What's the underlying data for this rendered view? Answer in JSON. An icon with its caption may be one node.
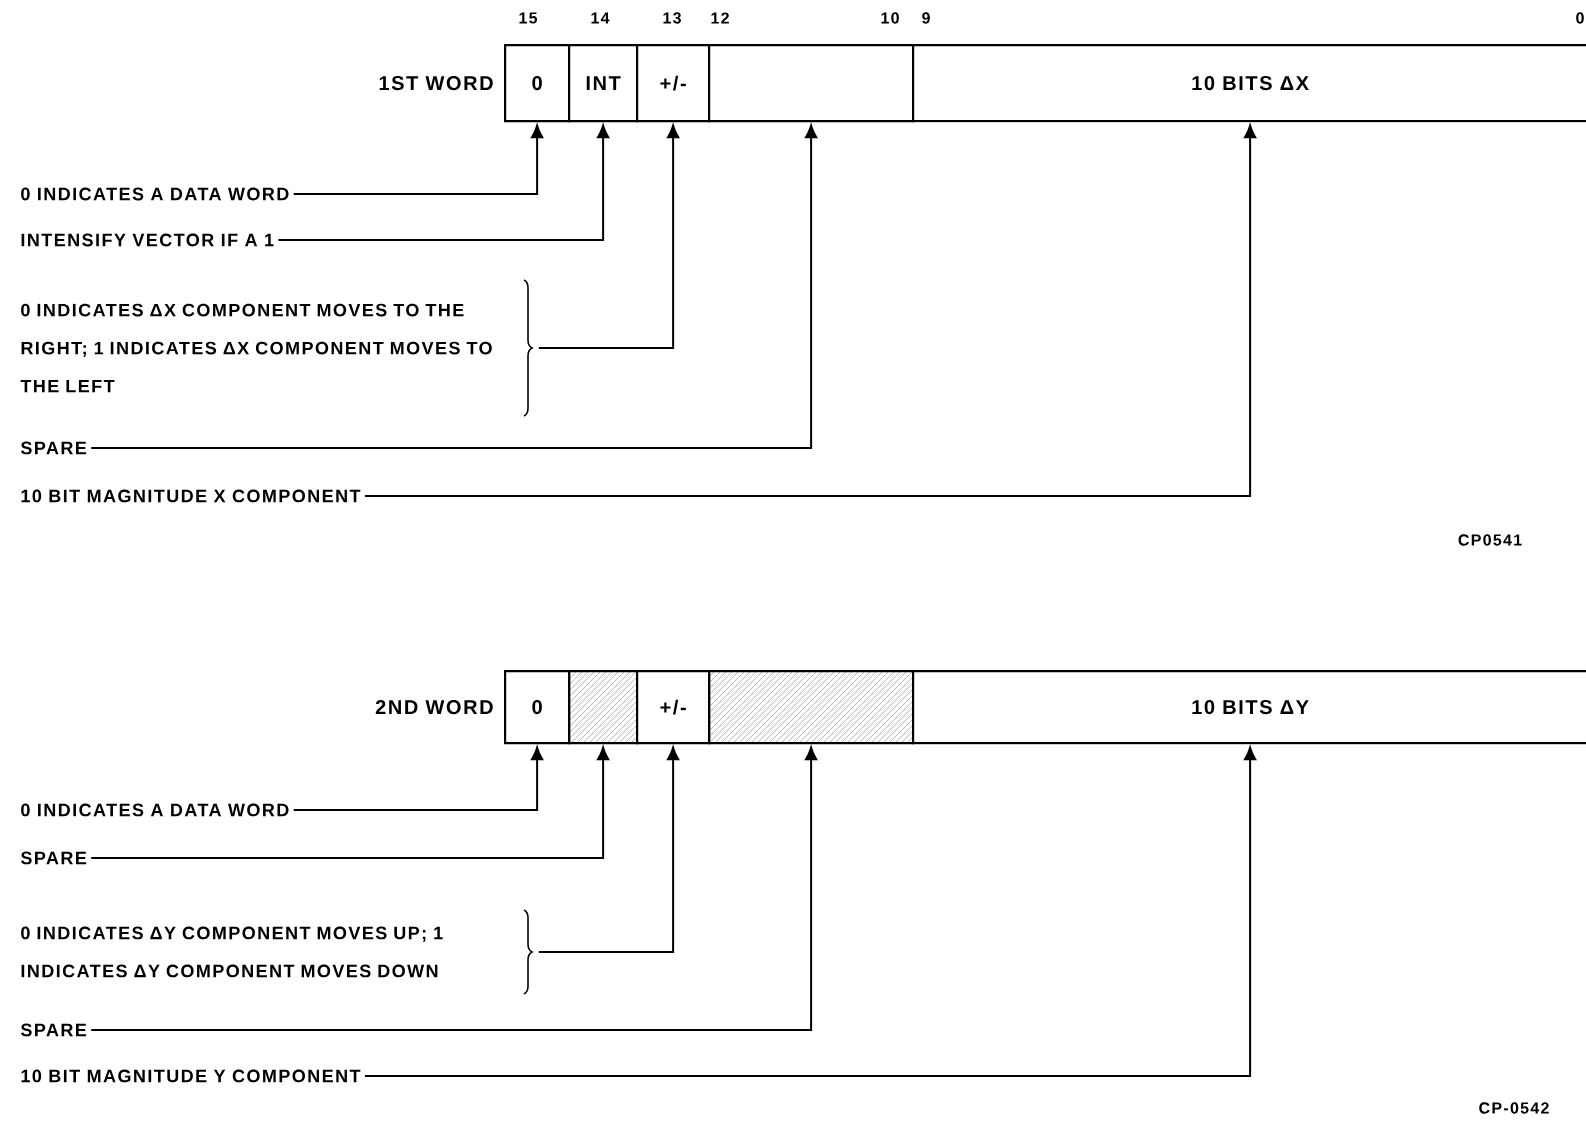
{
  "diagram": {
    "nodes": [
      {
        "text": [
          "0"
        ],
        "beside": [
          "1ST WORD"
        ]
      },
      {
        "text": [
          "INT"
        ]
      },
      {
        "text": [
          "+/-"
        ]
      },
      {
        "text": [],
        "shape": "box"
      },
      {
        "text": [
          "10 BITS ΔX"
        ]
      },
      {
        "text": [
          "0 INDICATES A DATA WORD"
        ]
      },
      {
        "text": [
          "INTENSIFY VECTOR IF A 1"
        ]
      },
      {
        "text": [
          "0 INDICATES ΔX COMPONENT MOVES TO THE RIGHT; 1 INDICATES ΔX COMPONENT MOVES TO THE LEFT"
        ]
      },
      {
        "text": [
          "SPARE"
        ]
      },
      {
        "text": [
          "10 BIT MAGNITUDE X COMPONENT"
        ]
      },
      {
        "text": [
          "0"
        ],
        "beside": [
          "2ND WORD"
        ]
      },
      {
        "text": [],
        "shape": "box"
      },
      {
        "text": [
          "+/-"
        ]
      },
      {
        "text": [],
        "shape": "box"
      },
      {
        "text": [
          "10 BITS ΔY"
        ]
      },
      {
        "text": [
          "0 INDICATES A DATA WORD"
        ]
      },
      {
        "text": [
          "SPARE"
        ]
      },
      {
        "text": [
          "0 INDICATES ΔY COMPONENT MOVES UP; 1 INDICATES ΔY COMPONENT MOVES DOWN"
        ]
      },
      {
        "text": [
          "SPARE"
        ]
      },
      {
        "text": [
          "10 BIT MAGNITUDE Y COMPONENT"
        ]
      }
    ],
    "edges": [
      {
        "from": 5,
        "to": 0,
        "arrow": "to"
      },
      {
        "from": 6,
        "to": 1,
        "arrow": "to"
      },
      {
        "from": 7,
        "to": 2,
        "arrow": "to"
      },
      {
        "from": 8,
        "to": 3,
        "arrow": "to"
      },
      {
        "from": 9,
        "to": 4,
        "arrow": "to"
      },
      {
        "from": 15,
        "to": 10,
        "arrow": "to"
      },
      {
        "from": 16,
        "to": 11,
        "arrow": "to"
      },
      {
        "from": 17,
        "to": 12,
        "arrow": "to"
      },
      {
        "from": 18,
        "to": 13,
        "arrow": "to"
      },
      {
        "from": 19,
        "to": 14,
        "arrow": "to"
      }
    ],
    "labels": [
      "15",
      "14",
      "13",
      "12",
      "10",
      "9",
      "0",
      "CP0541",
      "CP-0542"
    ]
  }
}
